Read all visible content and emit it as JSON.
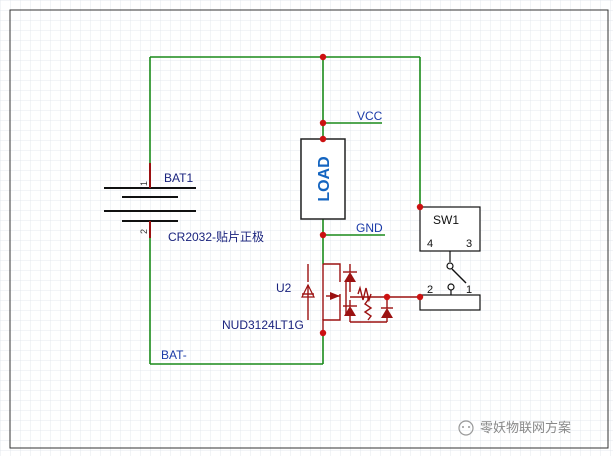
{
  "schematic": {
    "battery": {
      "ref": "BAT1",
      "value": "CR2032-贴片正极",
      "pin_pos": "1",
      "pin_neg": "2"
    },
    "load": {
      "label": "LOAD"
    },
    "nets": {
      "vcc": "VCC",
      "gnd": "GND",
      "bat_neg": "BAT-"
    },
    "switch": {
      "ref": "SW1",
      "pins": [
        "4",
        "3",
        "2",
        "1"
      ]
    },
    "mosfet": {
      "ref": "U2",
      "part": "NUD3124LT1G"
    }
  },
  "watermark": {
    "text": "零妖物联网方案"
  },
  "colors": {
    "wire": "#1a8a1a",
    "component": "#9b1111",
    "junction": "#cc1111",
    "net_label": "#1a3aa8",
    "ref_text": "#1a237e",
    "load_text": "#1565c0",
    "grid": "#dde2ea",
    "border": "#333333"
  }
}
